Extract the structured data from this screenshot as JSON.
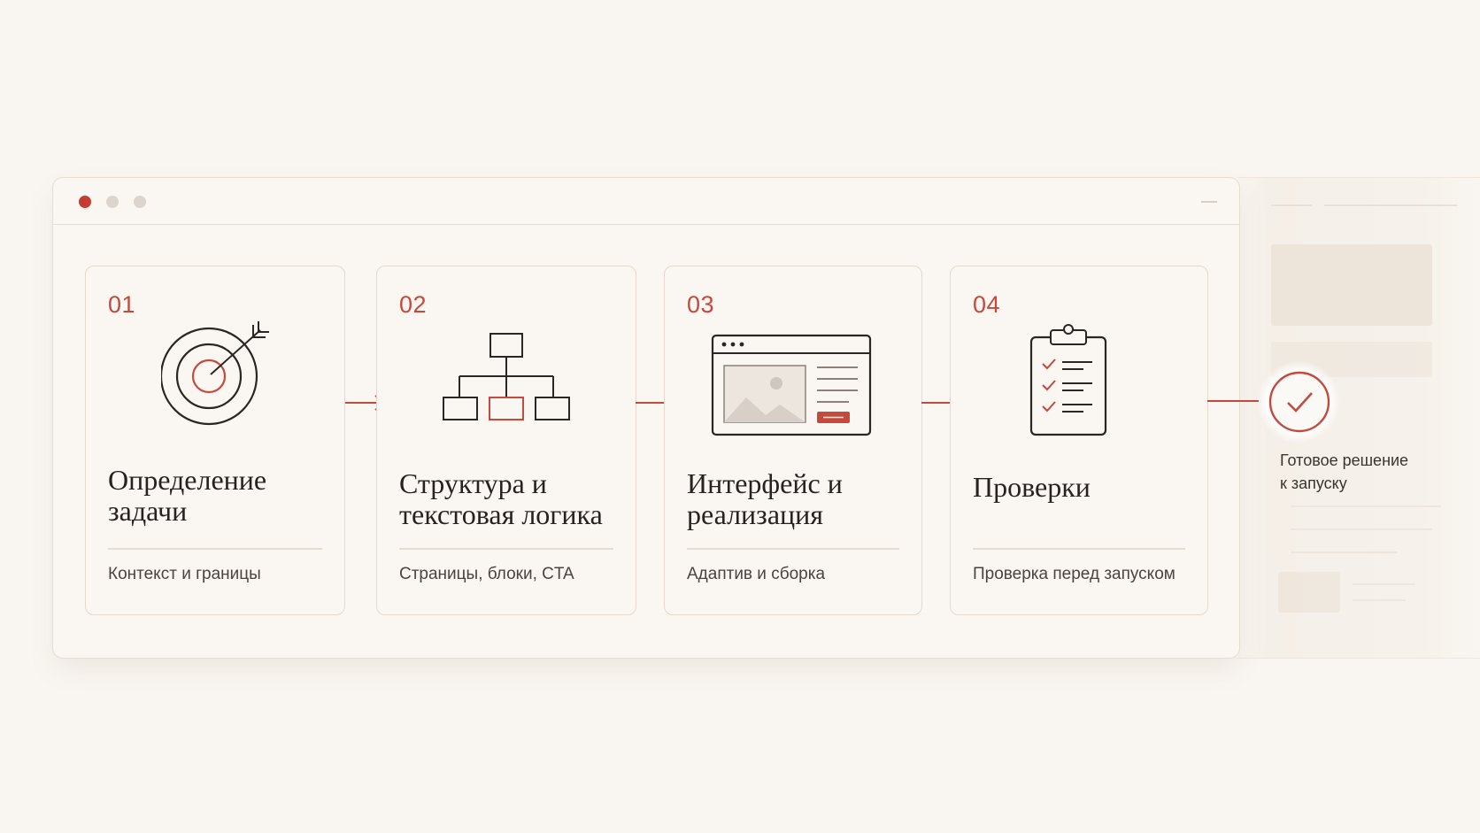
{
  "steps": [
    {
      "number": "01",
      "title_line1": "Определение",
      "title_line2": "задачи",
      "subtitle": "Контекст и границы",
      "icon": "target-icon"
    },
    {
      "number": "02",
      "title_line1": "Структура и",
      "title_line2": "текстовая логика",
      "subtitle": "Страницы, блоки, CTA",
      "icon": "sitemap-icon"
    },
    {
      "number": "03",
      "title_line1": "Интерфейс и",
      "title_line2": "реализация",
      "subtitle": "Адаптив и сборка",
      "icon": "browser-layout-icon"
    },
    {
      "number": "04",
      "title_line1": "Проверки",
      "title_line2": "",
      "subtitle": "Проверка перед запуском",
      "icon": "clipboard-checklist-icon"
    }
  ],
  "final": {
    "label_line1": "Готовое решение",
    "label_line2": "к запуску",
    "icon": "check-circle-icon"
  },
  "colors": {
    "accent": "#c5493d",
    "background": "#f9f6f1",
    "card": "#faf7f2",
    "border": "#e3d9ce",
    "ink": "#2a2624"
  }
}
